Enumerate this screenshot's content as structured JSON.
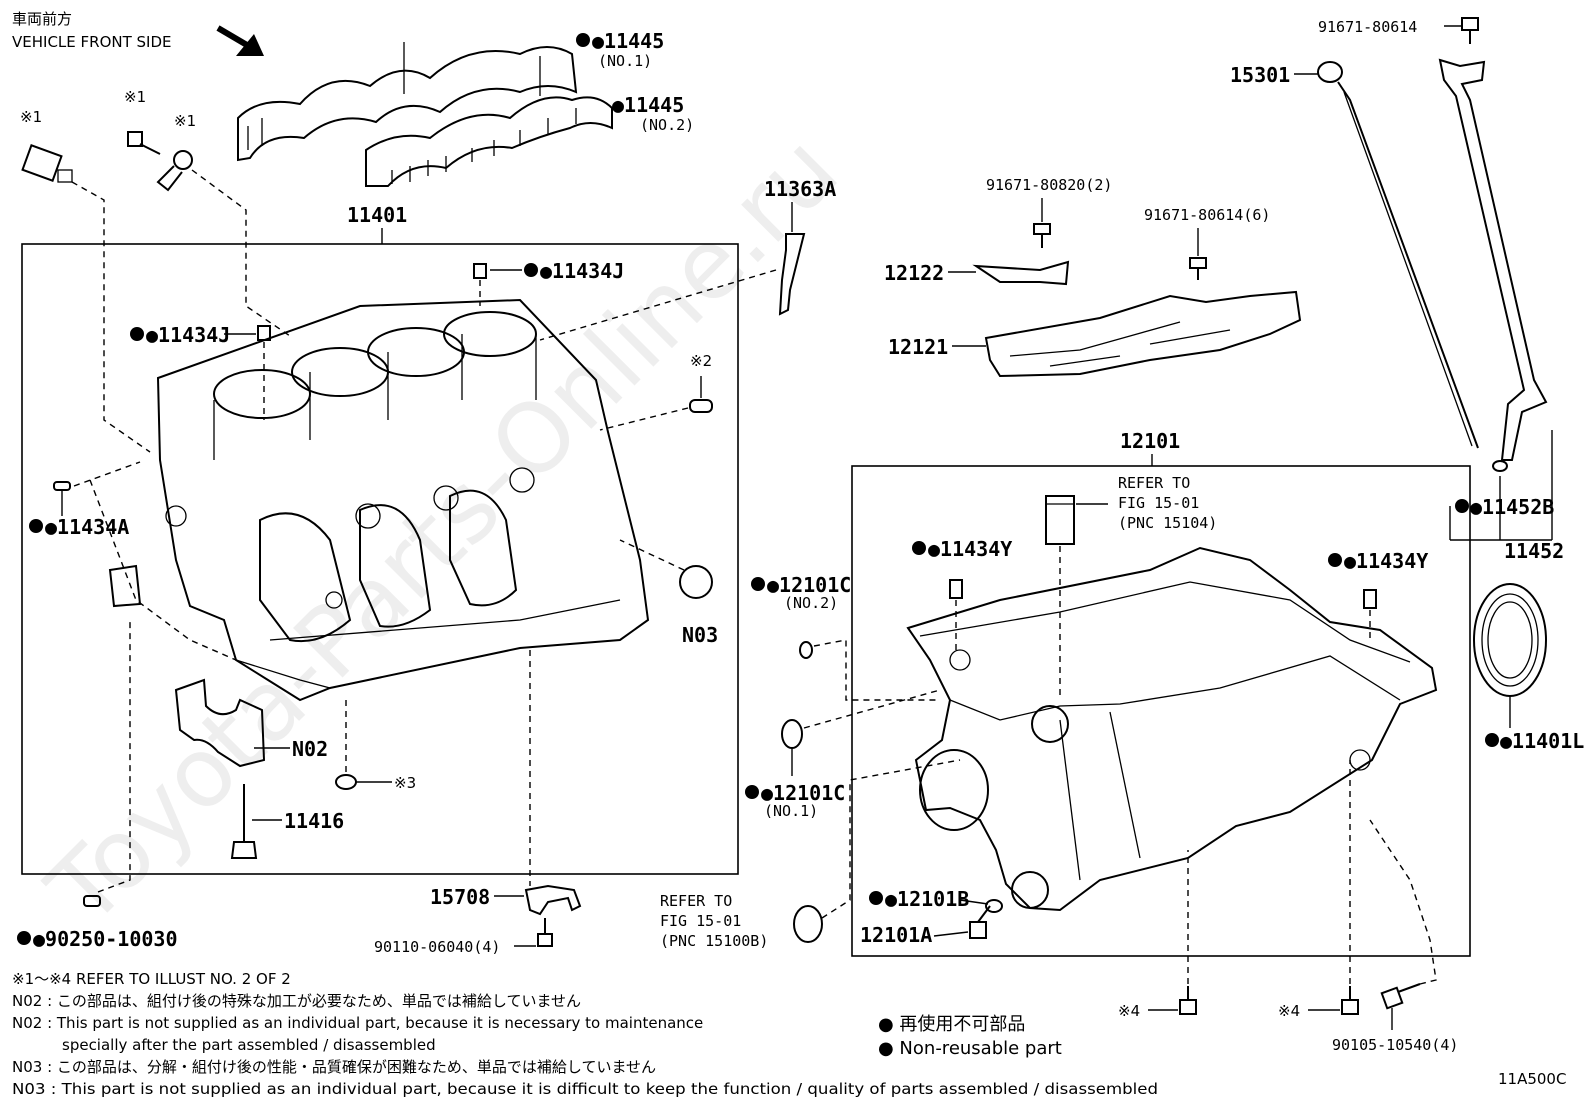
{
  "diagram_code": "11A500C",
  "front": {
    "jp": "車両前方",
    "en": "VEHICLE FRONT SIDE"
  },
  "watermark": "Toyota-Parts-Online.ru",
  "parts": {
    "p11445_1": "●11445",
    "p11445_1_sub": "(NO.1)",
    "p11445_2": "●11445",
    "p11445_2_sub": "(NO.2)",
    "mark1_a": "※1",
    "mark1_b": "※1",
    "mark2": "※2",
    "mark3": "※3",
    "p11401": "11401",
    "p11434J_a": "●11434J",
    "p11434J_b": "●11434J",
    "p11434A": "●11434A",
    "pN03": "N03",
    "pN02": "N02",
    "p11416": "11416",
    "p90250": "●90250-10030",
    "p15708": "15708",
    "p90110": "90110-06040(4)",
    "p11363A": "11363A",
    "p91671_80820": "91671-80820(2)",
    "p91671_80614_6": "91671-80614(6)",
    "p12122": "12122",
    "p12121": "12121",
    "p91671_80614": "91671-80614",
    "p15301": "15301",
    "p12101": "12101",
    "ref1501_a": "REFER TO",
    "ref1501_b": "FIG 15-01",
    "ref1501_c": "(PNC 15104)",
    "p11434Y_a": "●11434Y",
    "p11434Y_b": "●11434Y",
    "p12101C_2": "●12101C",
    "p12101C_2_sub": "(NO.2)",
    "p12101C_1": "●12101C",
    "p12101C_1_sub": "(NO.1)",
    "ref15100_a": "REFER TO",
    "ref15100_b": "FIG 15-01",
    "ref15100_c": "(PNC 15100B)",
    "p12101B": "●12101B",
    "p12101A": "12101A",
    "p11452B": "●11452B",
    "p11452": "11452",
    "p11401L": "●11401L",
    "mark4_a": "※4",
    "mark4_b": "※4",
    "p90105": "90105-10540(4)"
  },
  "notes": [
    "※1～※4  REFER TO ILLUST NO. 2 OF 2",
    "N02 : この部品は、組付け後の特殊な加工が必要なため、単品では補給していません",
    "N02 : This part is not supplied as an individual part, because it is necessary to maintenance",
    "specially after the part assembled / disassembled",
    "N03 : この部品は、分解・組付け後の性能・品質確保が困難なため、単品では補給していません",
    "N03 : This part is not supplied as an individual part, because it is difficult to keep the function / quality of parts  assembled / disassembled"
  ],
  "legend": {
    "jp": "● 再使用不可部品",
    "en": "● Non-reusable part"
  }
}
